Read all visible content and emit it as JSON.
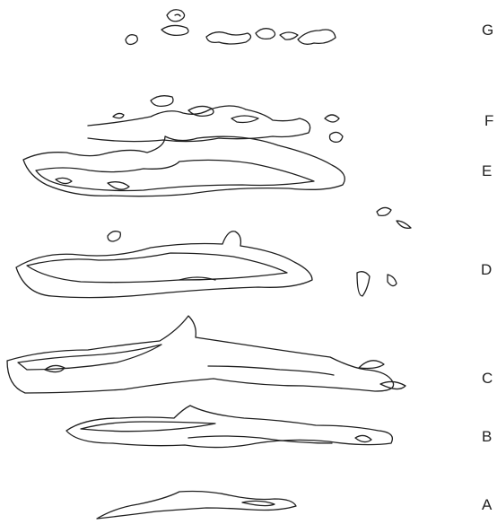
{
  "labels": {
    "a": "A",
    "b": "B",
    "c": "C",
    "d": "D",
    "e": "E",
    "f": "F",
    "g": "G"
  },
  "colors": {
    "background": "#ffffff",
    "stroke": "#1f1f1f",
    "label": "#222222"
  }
}
